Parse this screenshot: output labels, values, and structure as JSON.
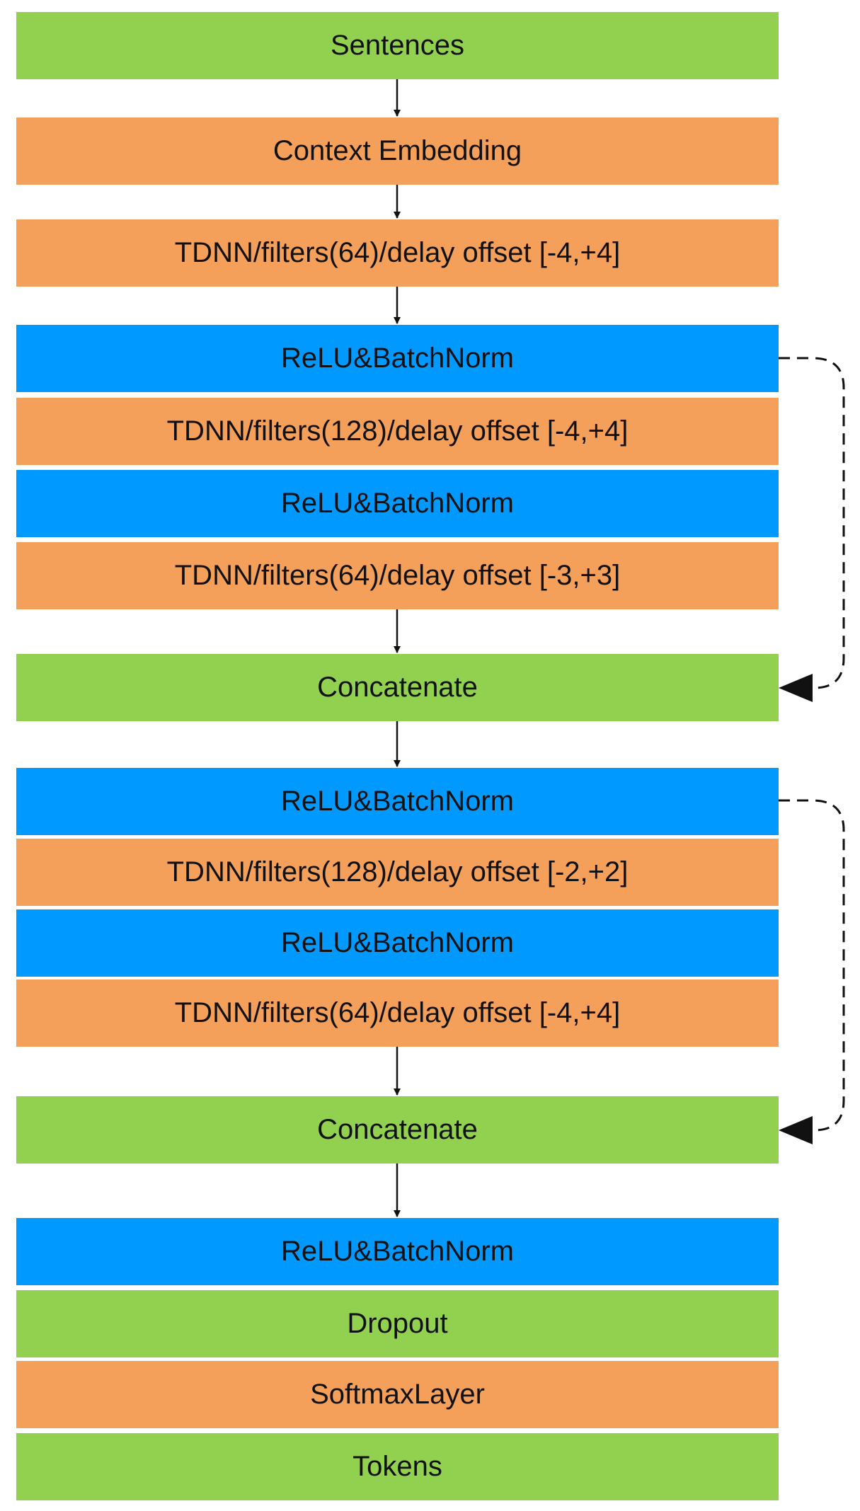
{
  "colors": {
    "green": "#92d050",
    "orange": "#f4a05a",
    "blue": "#0099ff",
    "arrow": "#111111"
  },
  "blocks": [
    {
      "id": "sentences",
      "label": "Sentences",
      "color": "green"
    },
    {
      "id": "context-embedding",
      "label": "Context Embedding",
      "color": "orange"
    },
    {
      "id": "tdnn-1",
      "label": "TDNN/filters(64)/delay offset [-4,+4]",
      "color": "orange"
    },
    {
      "id": "relu-bn-1",
      "label": "ReLU&BatchNorm",
      "color": "blue"
    },
    {
      "id": "tdnn-2",
      "label": "TDNN/filters(128)/delay offset [-4,+4]",
      "color": "orange"
    },
    {
      "id": "relu-bn-2",
      "label": "ReLU&BatchNorm",
      "color": "blue"
    },
    {
      "id": "tdnn-3",
      "label": "TDNN/filters(64)/delay offset [-3,+3]",
      "color": "orange"
    },
    {
      "id": "concatenate-1",
      "label": "Concatenate",
      "color": "green"
    },
    {
      "id": "relu-bn-3",
      "label": "ReLU&BatchNorm",
      "color": "blue"
    },
    {
      "id": "tdnn-4",
      "label": "TDNN/filters(128)/delay offset [-2,+2]",
      "color": "orange"
    },
    {
      "id": "relu-bn-4",
      "label": "ReLU&BatchNorm",
      "color": "blue"
    },
    {
      "id": "tdnn-5",
      "label": "TDNN/filters(64)/delay offset [-4,+4]",
      "color": "orange"
    },
    {
      "id": "concatenate-2",
      "label": "Concatenate",
      "color": "green"
    },
    {
      "id": "relu-bn-5",
      "label": "ReLU&BatchNorm",
      "color": "blue"
    },
    {
      "id": "dropout",
      "label": "Dropout",
      "color": "green"
    },
    {
      "id": "softmax-layer",
      "label": "SoftmaxLayer",
      "color": "orange"
    },
    {
      "id": "tokens",
      "label": "Tokens",
      "color": "green"
    }
  ],
  "arrows": [
    {
      "from": "sentences",
      "to": "context-embedding"
    },
    {
      "from": "context-embedding",
      "to": "tdnn-1"
    },
    {
      "from": "tdnn-1",
      "to": "relu-bn-1"
    },
    {
      "from": "tdnn-3",
      "to": "concatenate-1"
    },
    {
      "from": "concatenate-1",
      "to": "relu-bn-3"
    },
    {
      "from": "tdnn-5",
      "to": "concatenate-2"
    },
    {
      "from": "concatenate-2",
      "to": "relu-bn-5"
    }
  ],
  "skip_connections": [
    {
      "from": "relu-bn-1",
      "to": "concatenate-1",
      "style": "dashed"
    },
    {
      "from": "relu-bn-3",
      "to": "concatenate-2",
      "style": "dashed"
    }
  ]
}
